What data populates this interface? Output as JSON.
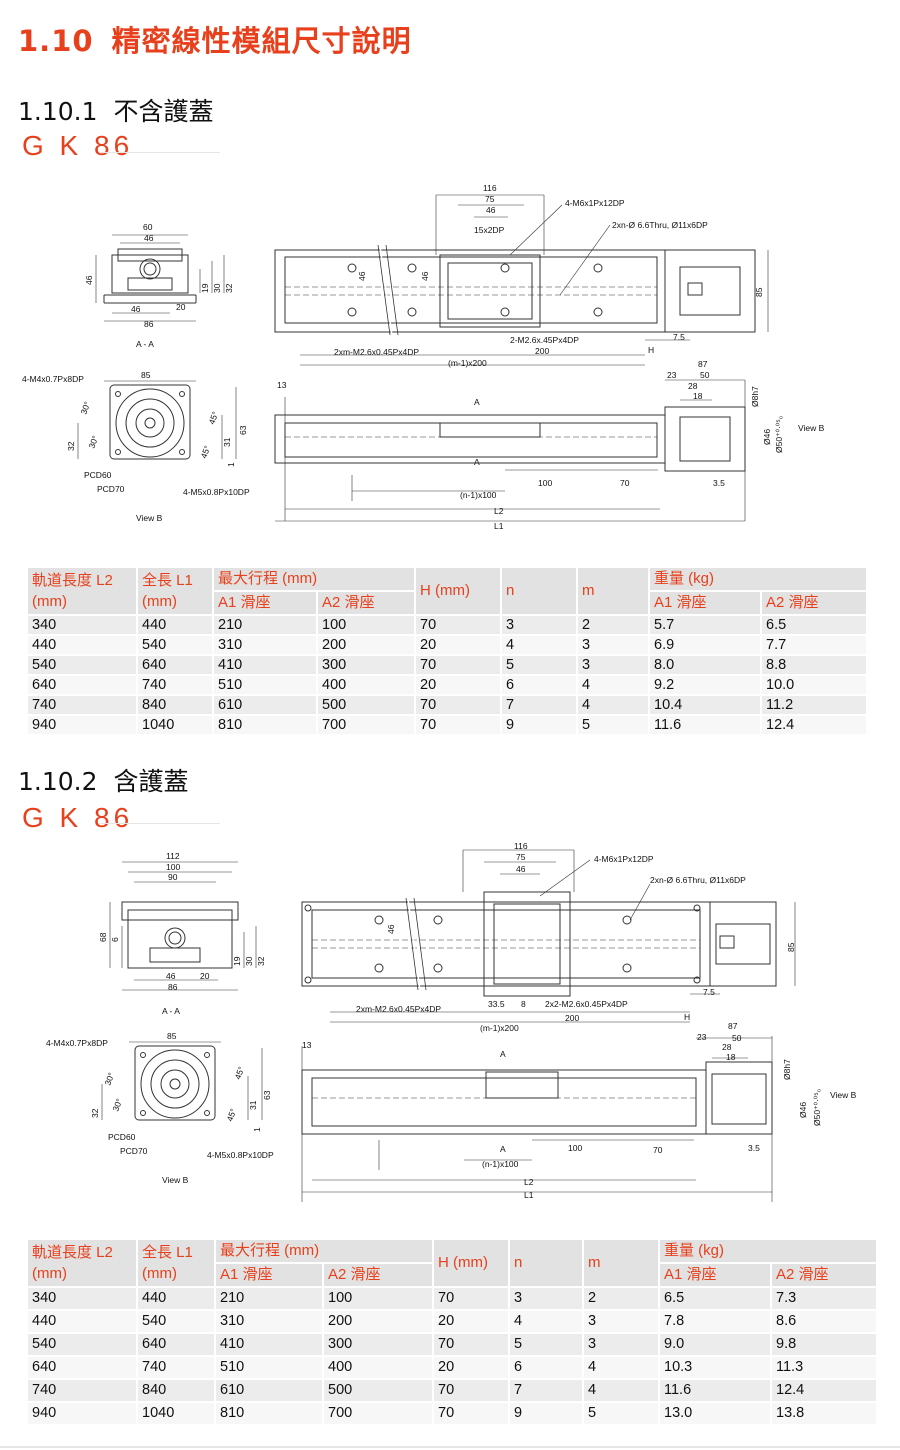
{
  "section": {
    "number": "1.10",
    "title": "精密線性模組尺寸說明"
  },
  "sub1": {
    "number": "1.10.1",
    "title": "不含護蓋",
    "model": "G K 86"
  },
  "sub2": {
    "number": "1.10.2",
    "title": "含護蓋",
    "model": "G K 86"
  },
  "drawing_labels": {
    "d116": "116",
    "d75": "75",
    "d46": "46",
    "d15x2dp": "15x2DP",
    "m6": "4-M6x1Px12DP",
    "thru": "2xn-Ø 6.6Thru, Ø11x6DP",
    "d60": "60",
    "d86": "86",
    "d20": "20",
    "d19": "19",
    "d30": "30",
    "d32": "32",
    "aa": "A - A",
    "d85": "85",
    "m26_2": "2-M2.6x.45Px4DP",
    "m26_2b": "2x2-M2.6x0.45Px4DP",
    "m26_xm": "2xm-M2.6x0.45Px4DP",
    "d200": "200",
    "h": "H",
    "d7_5": "7.5",
    "m1x200": "(m-1)x200",
    "d87": "87",
    "d23": "23",
    "d50": "50",
    "d28": "28",
    "d18": "18",
    "d13": "13",
    "a": "A",
    "d8h7": "Ø8h7",
    "d46dia": "Ø46",
    "d50dia": "Ø50⁺⁰·⁰⁵₀",
    "viewb": "View B",
    "d100": "100",
    "d70": "70",
    "d3_5": "3.5",
    "n1x100": "(n-1)x100",
    "l2": "L2",
    "l1": "L1",
    "m4": "4-M4x0.7Px8DP",
    "d30deg": "30°",
    "d45deg": "45°",
    "d31": "31",
    "d63": "63",
    "d1": "1",
    "pcd60": "PCD60",
    "pcd70": "PCD70",
    "m5": "4-M5x0.8Px10DP",
    "d112": "112",
    "d100b": "100",
    "d90": "90",
    "d68": "68",
    "d6": "6",
    "d33_5": "33.5",
    "d8": "8"
  },
  "table_headers": {
    "l2": "軌道長度 L2",
    "mm1": "(mm)",
    "l1": "全長 L1",
    "mm2": "(mm)",
    "stroke": "最大行程 (mm)",
    "a1": "A1 滑座",
    "a2": "A2 滑座",
    "h": "H (mm)",
    "n": "n",
    "m": "m",
    "weight": "重量 (kg)",
    "wa1": "A1 滑座",
    "wa2": "A2 滑座"
  },
  "table1": [
    [
      "340",
      "440",
      "210",
      "100",
      "70",
      "3",
      "2",
      "5.7",
      "6.5"
    ],
    [
      "440",
      "540",
      "310",
      "200",
      "20",
      "4",
      "3",
      "6.9",
      "7.7"
    ],
    [
      "540",
      "640",
      "410",
      "300",
      "70",
      "5",
      "3",
      "8.0",
      "8.8"
    ],
    [
      "640",
      "740",
      "510",
      "400",
      "20",
      "6",
      "4",
      "9.2",
      "10.0"
    ],
    [
      "740",
      "840",
      "610",
      "500",
      "70",
      "7",
      "4",
      "10.4",
      "11.2"
    ],
    [
      "940",
      "1040",
      "810",
      "700",
      "70",
      "9",
      "5",
      "11.6",
      "12.4"
    ]
  ],
  "table2": [
    [
      "340",
      "440",
      "210",
      "100",
      "70",
      "3",
      "2",
      "6.5",
      "7.3"
    ],
    [
      "440",
      "540",
      "310",
      "200",
      "20",
      "4",
      "3",
      "7.8",
      "8.6"
    ],
    [
      "540",
      "640",
      "410",
      "300",
      "70",
      "5",
      "3",
      "9.0",
      "9.8"
    ],
    [
      "640",
      "740",
      "510",
      "400",
      "20",
      "6",
      "4",
      "10.3",
      "11.3"
    ],
    [
      "740",
      "840",
      "610",
      "500",
      "70",
      "7",
      "4",
      "11.6",
      "12.4"
    ],
    [
      "940",
      "1040",
      "810",
      "700",
      "70",
      "9",
      "5",
      "13.0",
      "13.8"
    ]
  ],
  "colors": {
    "accent": "#e8401c",
    "header_bg": "#e2e2e2",
    "row_a": "#ececec",
    "row_b": "#f7f7f7"
  }
}
